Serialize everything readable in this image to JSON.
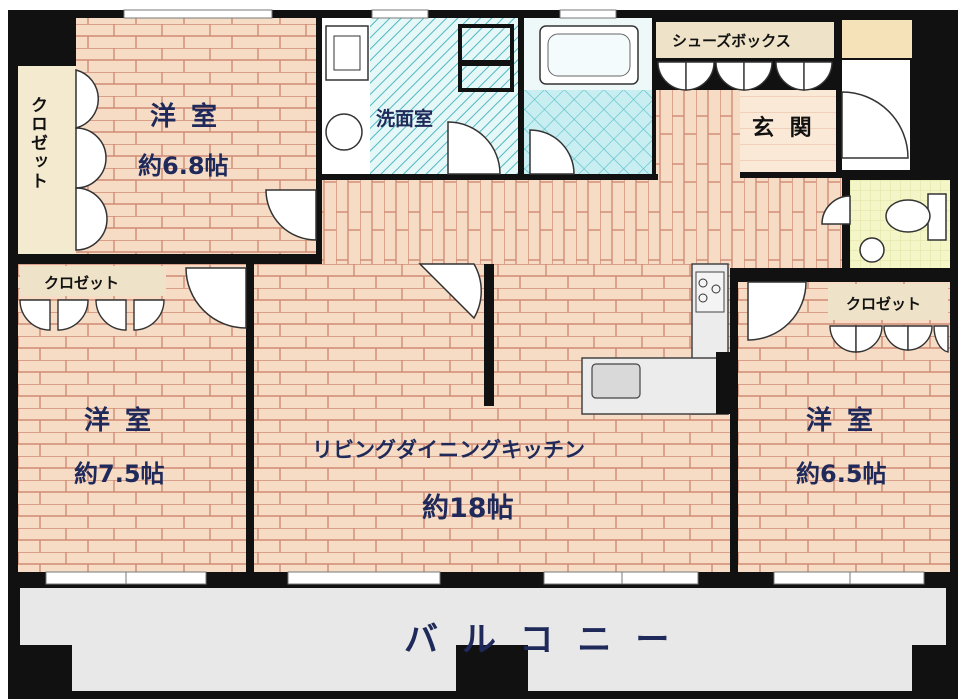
{
  "rooms": {
    "western_room_1": {
      "name": "洋 室",
      "size": "約6.8帖"
    },
    "western_room_2": {
      "name": "洋 室",
      "size": "約7.5帖"
    },
    "western_room_3": {
      "name": "洋 室",
      "size": "約6.5帖"
    },
    "ldk": {
      "name": "リビングダイニングキッチン",
      "size": "約18帖"
    },
    "washroom": {
      "name": "洗面室"
    },
    "entrance": {
      "name": "玄 関"
    },
    "shoe_box": {
      "name": "シューズボックス"
    },
    "balcony": {
      "name": "バルコニー"
    }
  },
  "closets": {
    "closet_left_vertical": "クロゼット",
    "closet_room2": "クロゼット",
    "closet_room3": "クロゼット"
  },
  "colors": {
    "wall": "#111111",
    "floor_wood": "#f7dcc5",
    "floor_grout": "#d08b74",
    "entrance_floor": "#fbe9d7",
    "bath_tile": "#bfe9ee",
    "washroom_hatch": "#8fd6dc",
    "toilet_floor": "#f2f4c0",
    "closet_tag": "#eee3c8",
    "balcony": "#e8e8e8",
    "label_text": "#1f2a5a"
  }
}
